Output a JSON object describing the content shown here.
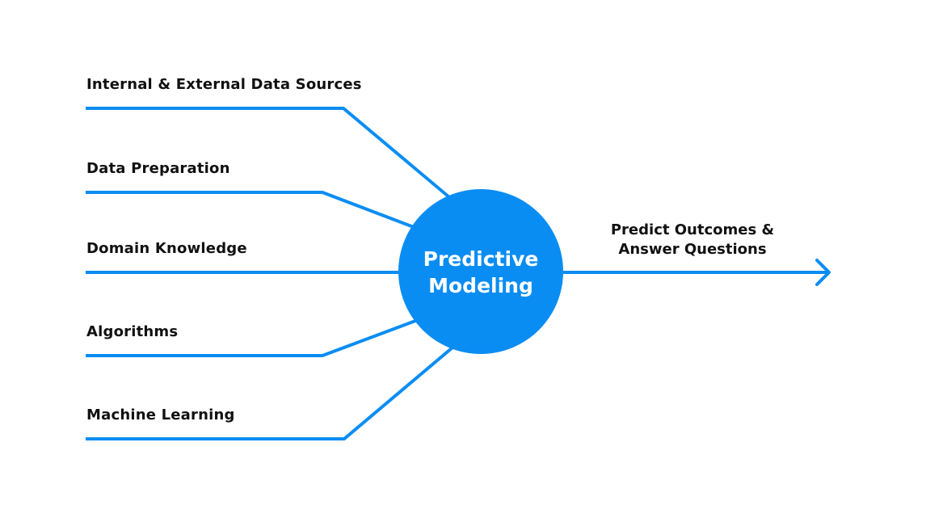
{
  "diagram": {
    "inputs": [
      {
        "label": "Internal & External Data Sources"
      },
      {
        "label": "Data Preparation"
      },
      {
        "label": "Domain Knowledge"
      },
      {
        "label": "Algorithms"
      },
      {
        "label": "Machine Learning"
      }
    ],
    "hub": {
      "line1": "Predictive",
      "line2": "Modeling"
    },
    "output": {
      "line1": "Predict Outcomes &",
      "line2": "Answer Questions"
    }
  },
  "colors": {
    "accent": "#0a8df3",
    "text": "#111111",
    "hub_text": "#ffffff",
    "background": "#ffffff"
  }
}
